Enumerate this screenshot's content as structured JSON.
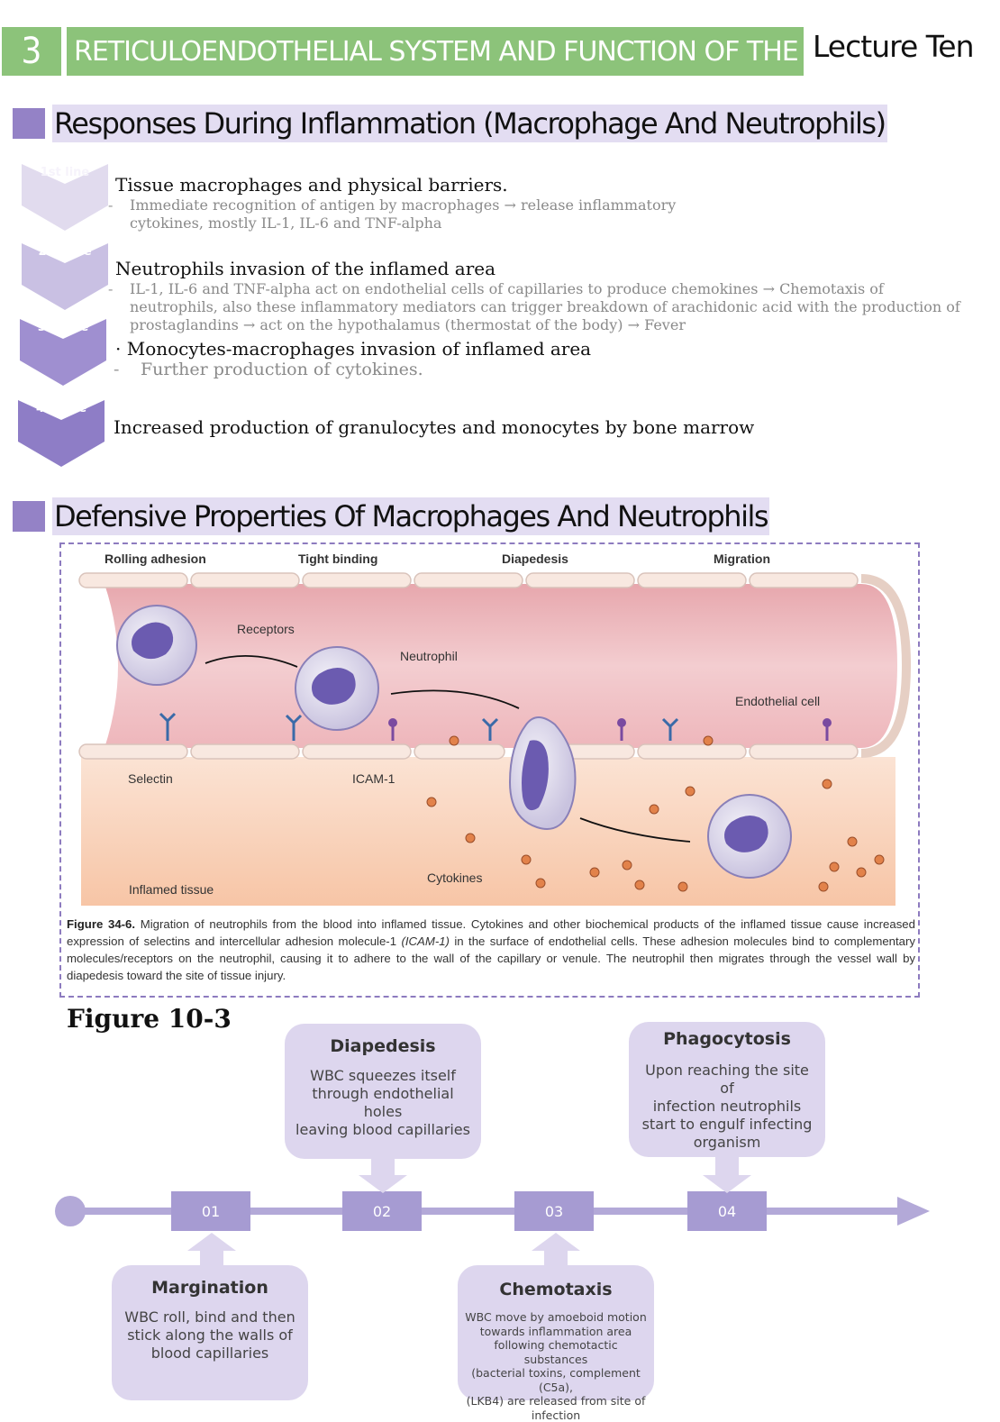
{
  "header": {
    "number": "3",
    "title": "RETICULOENDOTHELIAL SYSTEM AND FUNCTION OF THE SPLEEN",
    "lecture": "Lecture Ten"
  },
  "section1": {
    "title": "Responses During Inflammation (Macrophage And Neutrophils)",
    "lines": [
      {
        "badge": "1st line",
        "main": "Tissue macrophages and physical barriers.",
        "sub": [
          "Immediate recognition of antigen by macrophages → release inflammatory",
          "cytokines, mostly IL-1, IL-6 and TNF-alpha"
        ]
      },
      {
        "badge": "2nd line",
        "main": "Neutrophils invasion of the inflamed area",
        "sub": [
          "IL-1, IL-6 and TNF-alpha act on endothelial cells of capillaries to produce chemokines → Chemotaxis of",
          "neutrophils, also these inflammatory mediators can trigger breakdown of arachidonic acid with the production of",
          "prostaglandins → act on the hypothalamus (thermostat of the body) → Fever"
        ]
      },
      {
        "badge": "3rd line",
        "main": "· Monocytes-macrophages invasion of inflamed area",
        "sub": [
          "Further production of cytokines."
        ]
      },
      {
        "badge": "4th line",
        "main": "Increased production of granulocytes and monocytes by bone marrow",
        "sub": []
      }
    ]
  },
  "section2": {
    "title": "Defensive Properties Of Macrophages And Neutrophils"
  },
  "figure": {
    "stages": [
      "Rolling adhesion",
      "Tight binding",
      "Diapedesis",
      "Migration"
    ],
    "labels": {
      "receptors": "Receptors",
      "neutrophil": "Neutrophil",
      "endothelial": "Endothelial cell",
      "selectin": "Selectin",
      "icam": "ICAM-1",
      "cytokines": "Cytokines",
      "inflamed": "Inflamed tissue"
    },
    "caption_bold": "Figure 34-6.",
    "caption_1": " Migration of neutrophils from the blood into inflamed tissue. Cytokines and other biochemical products of the inflamed tissue cause increased expression of selectins and intercellular adhesion molecule-1 ",
    "caption_italic": "(ICAM-1)",
    "caption_2": " in the surface of endothelial cells. These adhesion molecules bind to complementary molecules/receptors on the neutrophil, causing it to adhere to the wall of the capillary or venule. The neutrophil then migrates through the vessel wall by diapedesis toward the site of tissue injury.",
    "figure_label": "Figure 10-3"
  },
  "timeline": {
    "steps": [
      "01",
      "02",
      "03",
      "04"
    ],
    "cards": {
      "margination": {
        "title": "Margination",
        "text": [
          "WBC roll, bind and then",
          "stick along the walls of",
          "blood capillaries"
        ]
      },
      "diapedesis": {
        "title": "Diapedesis",
        "text": [
          "WBC squeezes itself",
          "through endothelial holes",
          "leaving blood capillaries"
        ]
      },
      "chemotaxis": {
        "title": "Chemotaxis",
        "text": [
          "WBC move by amoeboid motion",
          "towards inflammation area",
          "following chemotactic substances",
          "(bacterial toxins, complement (C5a),",
          "(LKB4) are released from site of",
          "infection"
        ]
      },
      "phagocytosis": {
        "title": "Phagocytosis",
        "text": [
          "Upon reaching the site of",
          "infection neutrophils",
          "start to engulf infecting",
          "organism"
        ]
      }
    }
  }
}
